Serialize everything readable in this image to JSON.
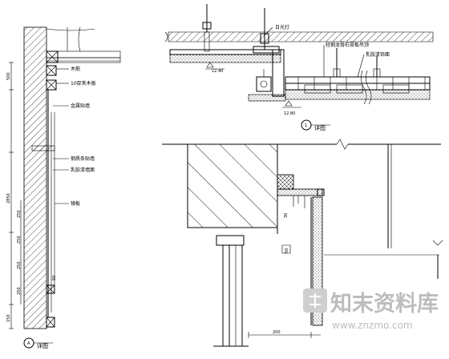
{
  "wall_section": {
    "labels": {
      "wood_joist": "木筋",
      "plywood": "10厚夹木板",
      "mirror_wall": "金属贴墙",
      "panel_trim": "钢质条贴墙",
      "paint_wall": "乳胶漆墙面",
      "mirror": "镜板"
    },
    "dimensions": {
      "d_top": "500",
      "d_main": "2850",
      "d_a": "250",
      "d_b": "250",
      "d_c": "250",
      "d_d": "250",
      "d_small": "50",
      "d_bottom": "150"
    },
    "callout_letter": "A",
    "callout_text": "详图"
  },
  "ceiling_detail": {
    "labels": {
      "fluorescent": "日光灯",
      "suspended_gypsum": "轻钢龙骨石膏板吊顶",
      "paint": "乳胶漆饰面"
    },
    "levels": {
      "level_upper": "12.40",
      "level_lower": "12.80"
    },
    "callout_number": "1",
    "callout_text": "详图"
  },
  "lower_detail": {
    "dim_bottom": "200",
    "dim_small": "50",
    "dim_side": "30"
  },
  "watermark": {
    "text": "知末资料库",
    "url": "www.znzmo.com"
  }
}
